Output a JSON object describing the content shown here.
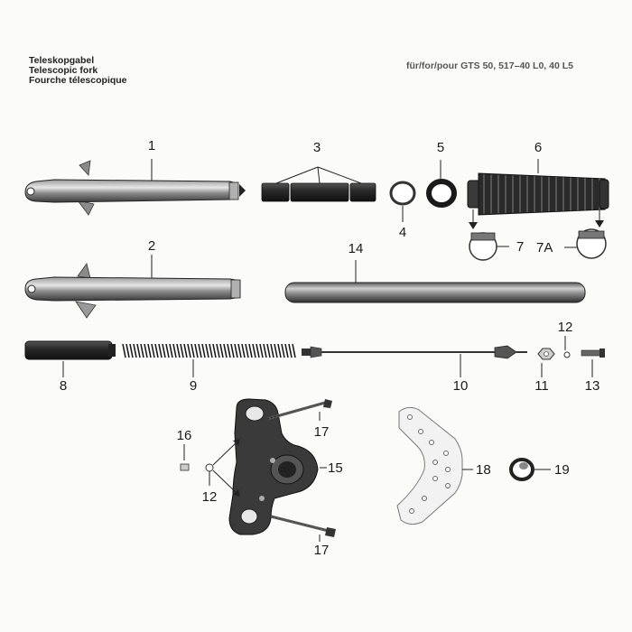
{
  "header": {
    "title_de": "Teleskopgabel",
    "title_en": "Telescopic fork",
    "title_fr": "Fourche télescopique",
    "applies_to": "für/for/pour GTS 50, 517–40 L0, 40 L5"
  },
  "labels": {
    "p1": "1",
    "p2": "2",
    "p3": "3",
    "p4": "4",
    "p5": "5",
    "p6": "6",
    "p7": "7",
    "p7a": "7A",
    "p8": "8",
    "p9": "9",
    "p10": "10",
    "p11": "11",
    "p12a": "12",
    "p12b": "12",
    "p13": "13",
    "p14": "14",
    "p15": "15",
    "p16": "16",
    "p17a": "17",
    "p17b": "17",
    "p18": "18",
    "p19": "19"
  }
}
